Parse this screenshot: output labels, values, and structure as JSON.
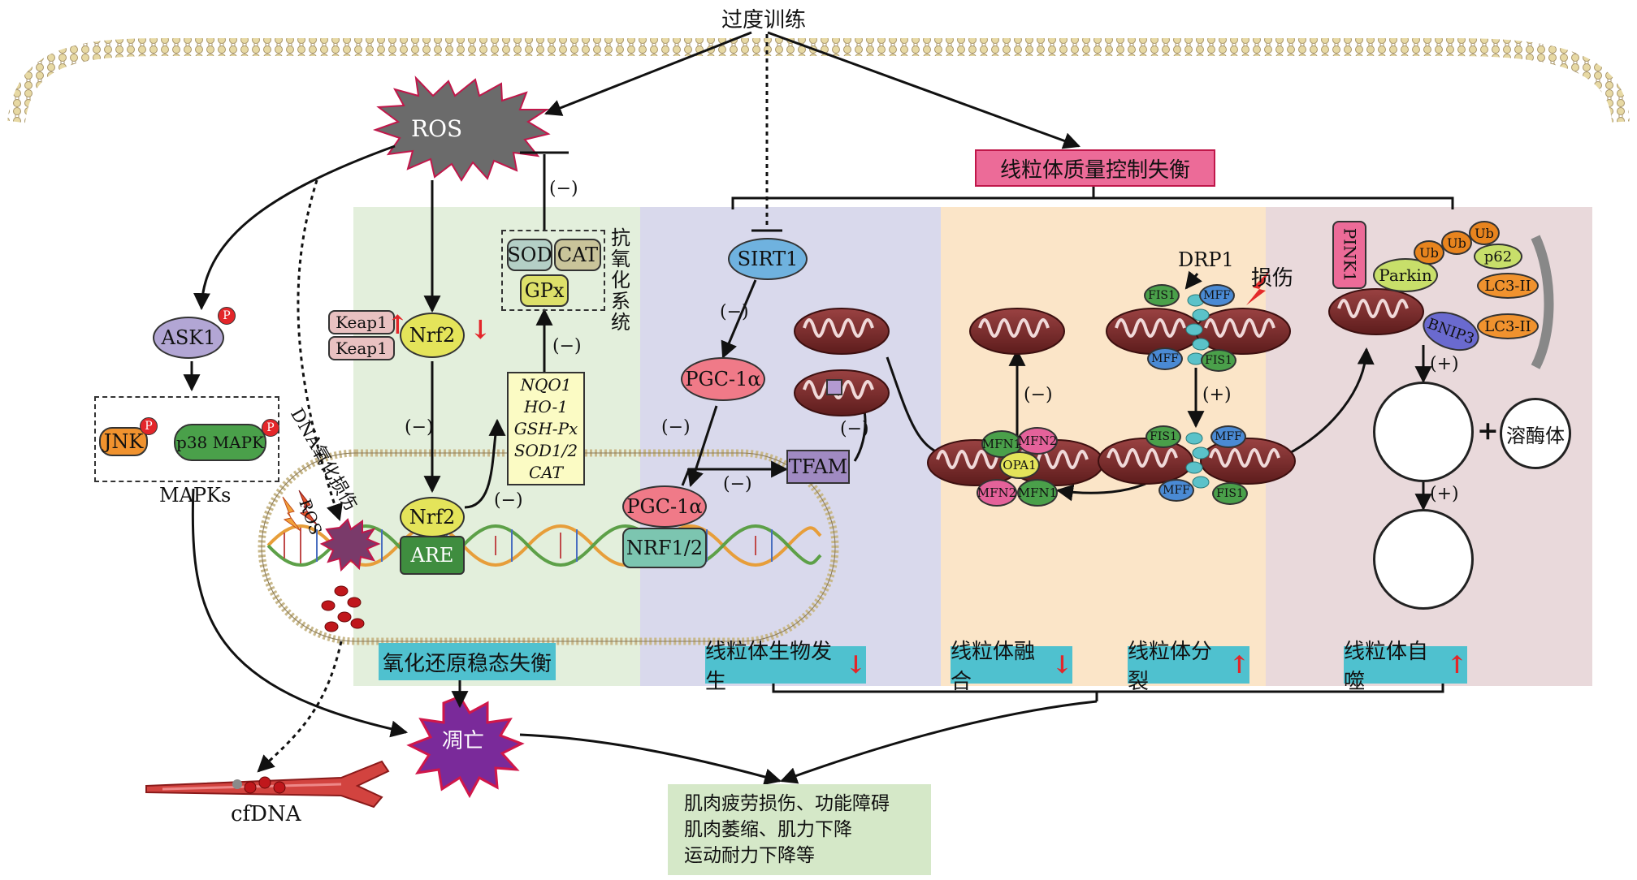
{
  "title": "过度训练",
  "ros_burst": "ROS",
  "mqc_header": "线粒体质量控制失衡",
  "panels": {
    "redox": {
      "label": "氧化还原稳态失衡"
    },
    "biogenesis": {
      "label": "线粒体生物发生",
      "arrow": "↓"
    },
    "fusion": {
      "label": "线粒体融合",
      "arrow": "↓"
    },
    "fission": {
      "label": "线粒体分裂",
      "arrow": "↑"
    },
    "autophagy": {
      "label": "线粒体自噬",
      "arrow": "↑"
    }
  },
  "antioxidant": {
    "label": "抗氧化系统",
    "enzymes": [
      "SOD",
      "CAT",
      "GPx"
    ],
    "genes": [
      "NQO1",
      "HO-1",
      "GSH-Px",
      "SOD1/2",
      "CAT"
    ]
  },
  "nodes": {
    "keap1_a": "Keap1",
    "keap1_b": "Keap1",
    "nrf2_top": "Nrf2",
    "nrf2_bottom": "Nrf2",
    "are": "ARE",
    "ask1": "ASK1",
    "jnk": "JNK",
    "p38": "p38 MAPK",
    "mapks": "MAPKs",
    "phospho": "P",
    "sirt1": "SIRT1",
    "pgc_top": "PGC-1α",
    "pgc_bottom": "PGC-1α",
    "nrf12": "NRF1/2",
    "tfam": "TFAM",
    "mfn1": "MFN1",
    "mfn2": "MFN2",
    "opa1": "OPA1",
    "drp1": "DRP1",
    "fis1": "FIS1",
    "mff": "MFF",
    "damage": "损伤",
    "pink1": "PINK1",
    "parkin": "Parkin",
    "ub": "Ub",
    "p62": "p62",
    "lc3": "LC3-II",
    "bnip3": "BNIP3",
    "lysosome": "溶酶体",
    "plus": "+",
    "dna_damage": "DNA氧化损伤",
    "ros_nucleus": "ROS",
    "apoptosis": "凋亡",
    "cfdna": "cfDNA"
  },
  "signs": {
    "minus": "(−)",
    "plus": "(+)"
  },
  "outcome": {
    "lines": [
      "肌肉疲劳损伤、功能障碍",
      "肌肉萎缩、肌力下降",
      "运动耐力下降等"
    ]
  },
  "colors": {
    "redox_bg": "#e3efdc",
    "biogenesis_bg": "#d9d9ec",
    "fusion_bg": "#fbe5c8",
    "autophagy_bg": "#e9d9db",
    "label_box": "#4fc1cf",
    "header_box": "#ec6b98",
    "outcome_bg": "#d5e8c8",
    "ros": "#666666",
    "nrf2": "#e4e45a",
    "are": "#3f8d3f",
    "keap1": "#e9c1c1",
    "sirt1": "#6fb2df",
    "pgc": "#f07a88",
    "nrf12": "#7cc5b0",
    "tfam": "#a08ac2",
    "mito": "#7a2a2a"
  }
}
